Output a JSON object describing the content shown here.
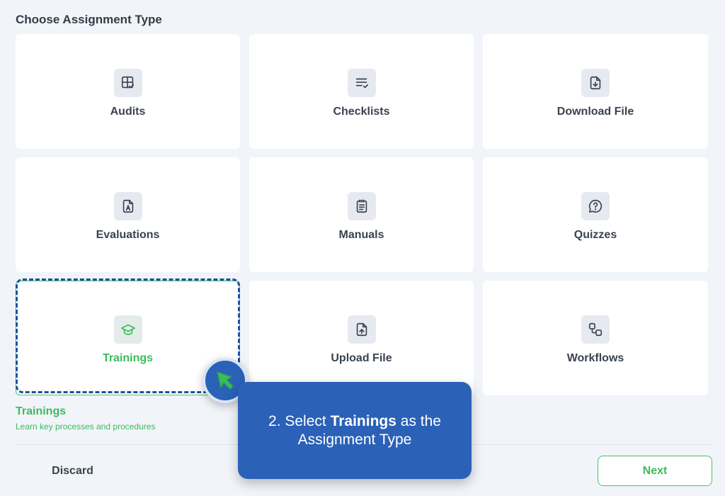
{
  "heading": "Choose Assignment Type",
  "cards": [
    {
      "label": "Audits",
      "icon": "audit-grid-icon"
    },
    {
      "label": "Checklists",
      "icon": "checklist-icon"
    },
    {
      "label": "Download File",
      "icon": "download-file-icon"
    },
    {
      "label": "Evaluations",
      "icon": "evaluation-document-icon"
    },
    {
      "label": "Manuals",
      "icon": "clipboard-list-icon"
    },
    {
      "label": "Quizzes",
      "icon": "question-bubble-icon"
    },
    {
      "label": "Trainings",
      "icon": "graduation-cap-icon",
      "selected": true
    },
    {
      "label": "Upload File",
      "icon": "upload-file-icon"
    },
    {
      "label": "Workflows",
      "icon": "workflow-icon"
    }
  ],
  "selection": {
    "title": "Trainings",
    "description": "Learn key processes and procedures"
  },
  "footer": {
    "discard_label": "Discard",
    "next_label": "Next"
  },
  "tooltip": {
    "prefix": "2. Select ",
    "highlight": "Trainings",
    "suffix_line1": " as the",
    "line2": "Assignment Type"
  },
  "colors": {
    "accent_green": "#3dbb5e",
    "tooltip_blue": "#2b61b7",
    "background": "#f1f4f9"
  }
}
